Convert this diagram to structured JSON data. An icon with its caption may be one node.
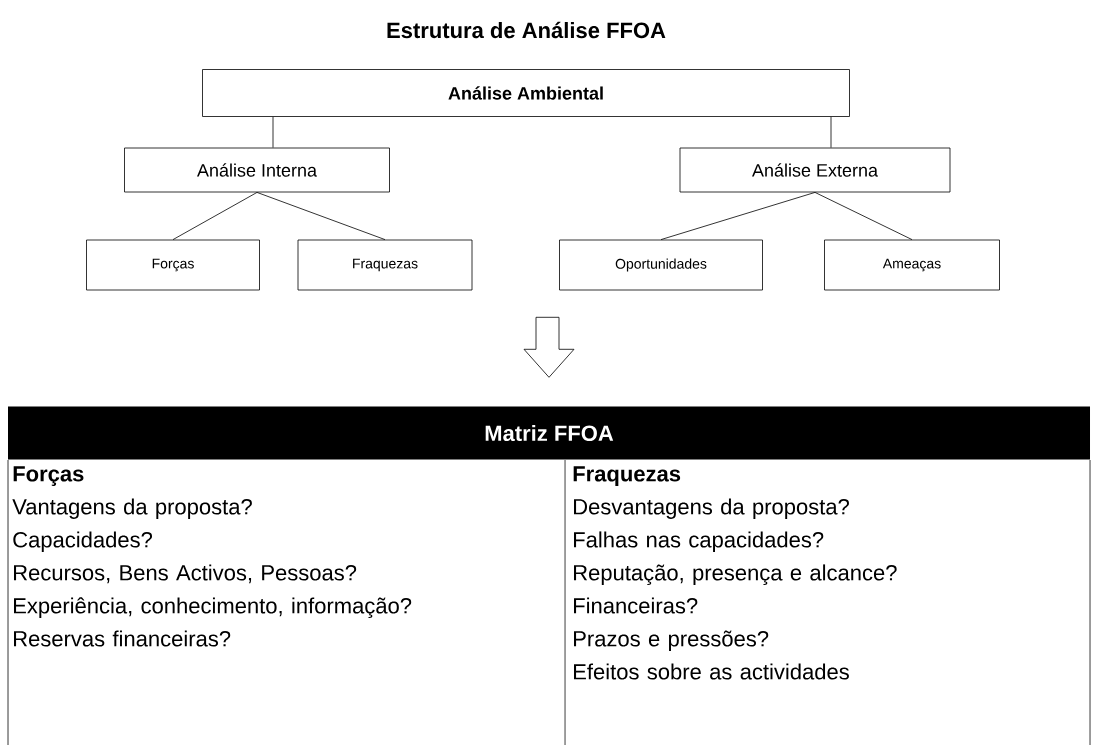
{
  "diagram": {
    "title": "Estrutura de Análise FFOA",
    "nodes": [
      {
        "text": [
          "Análise Ambiental"
        ]
      },
      {
        "text": [
          "Análise Interna"
        ]
      },
      {
        "text": [
          "Análise Externa"
        ]
      },
      {
        "text": [
          "Forças"
        ]
      },
      {
        "text": [
          "Fraquezas"
        ]
      },
      {
        "text": [
          "Oportunidades"
        ]
      },
      {
        "text": [
          "Ameaças"
        ]
      },
      {
        "text": [
          "Matriz FFOA"
        ]
      },
      {
        "text": [
          "Forças",
          "Vantagens da proposta?",
          "Capacidades?",
          "Recursos, Bens Activos, Pessoas?",
          "Experiência, conhecimento, informação?",
          "Reservas financeiras?"
        ]
      },
      {
        "text": [
          "Fraquezas",
          "Desvantagens da proposta?",
          "Falhas nas capacidades?",
          "Reputação, presença e alcance?",
          "Financeiras?",
          "Prazos e pressões?",
          "Efeitos sobre as actividades"
        ]
      }
    ],
    "edges": [
      {
        "from": 0,
        "to": 1,
        "arrow": "none"
      },
      {
        "from": 0,
        "to": 2,
        "arrow": "none"
      },
      {
        "from": 1,
        "to": 3,
        "arrow": "none"
      },
      {
        "from": 1,
        "to": 4,
        "arrow": "none"
      },
      {
        "from": 2,
        "to": 5,
        "arrow": "none"
      },
      {
        "from": 2,
        "to": 6,
        "arrow": "none"
      },
      {
        "from": null,
        "to": 7,
        "arrow": "to"
      }
    ]
  }
}
